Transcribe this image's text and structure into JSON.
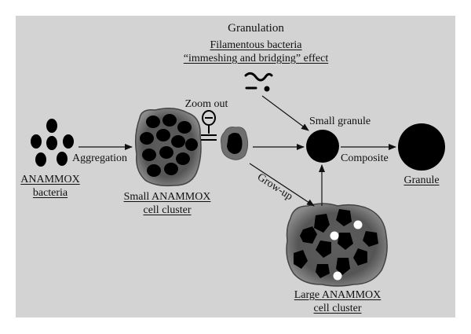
{
  "title": "Granulation",
  "filament": {
    "line1": "Filamentous bacteria",
    "line2": "“immeshing and bridging” effect"
  },
  "zoom_label": "Zoom out",
  "aggregation_label": "Aggregation",
  "growup_label": "Grow-up",
  "composite_label": "Composite",
  "small_granule_label": "Small granule",
  "granule_label": "Granule",
  "anammox_bacteria": {
    "line1": "ANAMMOX",
    "line2": "bacteria"
  },
  "small_cluster": {
    "line1": "Small ANAMMOX",
    "line2": "cell cluster"
  },
  "large_cluster": {
    "line1": "Large ANAMMOX",
    "line2": "cell cluster"
  },
  "colors": {
    "panel": "#d3d3d3",
    "cell": "#000000",
    "cluster_ring": "#6a6a6a"
  }
}
